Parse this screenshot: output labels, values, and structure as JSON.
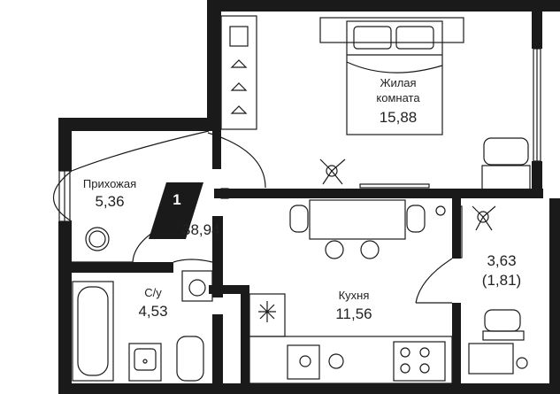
{
  "apartment": {
    "rooms_count": "1",
    "total_area": "38,94"
  },
  "rooms": {
    "living": {
      "name_line1": "Жилая",
      "name_line2": "комната",
      "area": "15,88"
    },
    "hallway": {
      "name": "Прихожая",
      "area": "5,36"
    },
    "bathroom": {
      "name": "С/у",
      "area": "4,53"
    },
    "kitchen": {
      "name": "Кухня",
      "area": "11,56"
    },
    "balcony": {
      "area": "3,63",
      "area_reduced": "(1,81)"
    }
  },
  "colors": {
    "wall": "#1a1a1a",
    "background": "#ffffff",
    "lines": "#1a1a1a"
  }
}
